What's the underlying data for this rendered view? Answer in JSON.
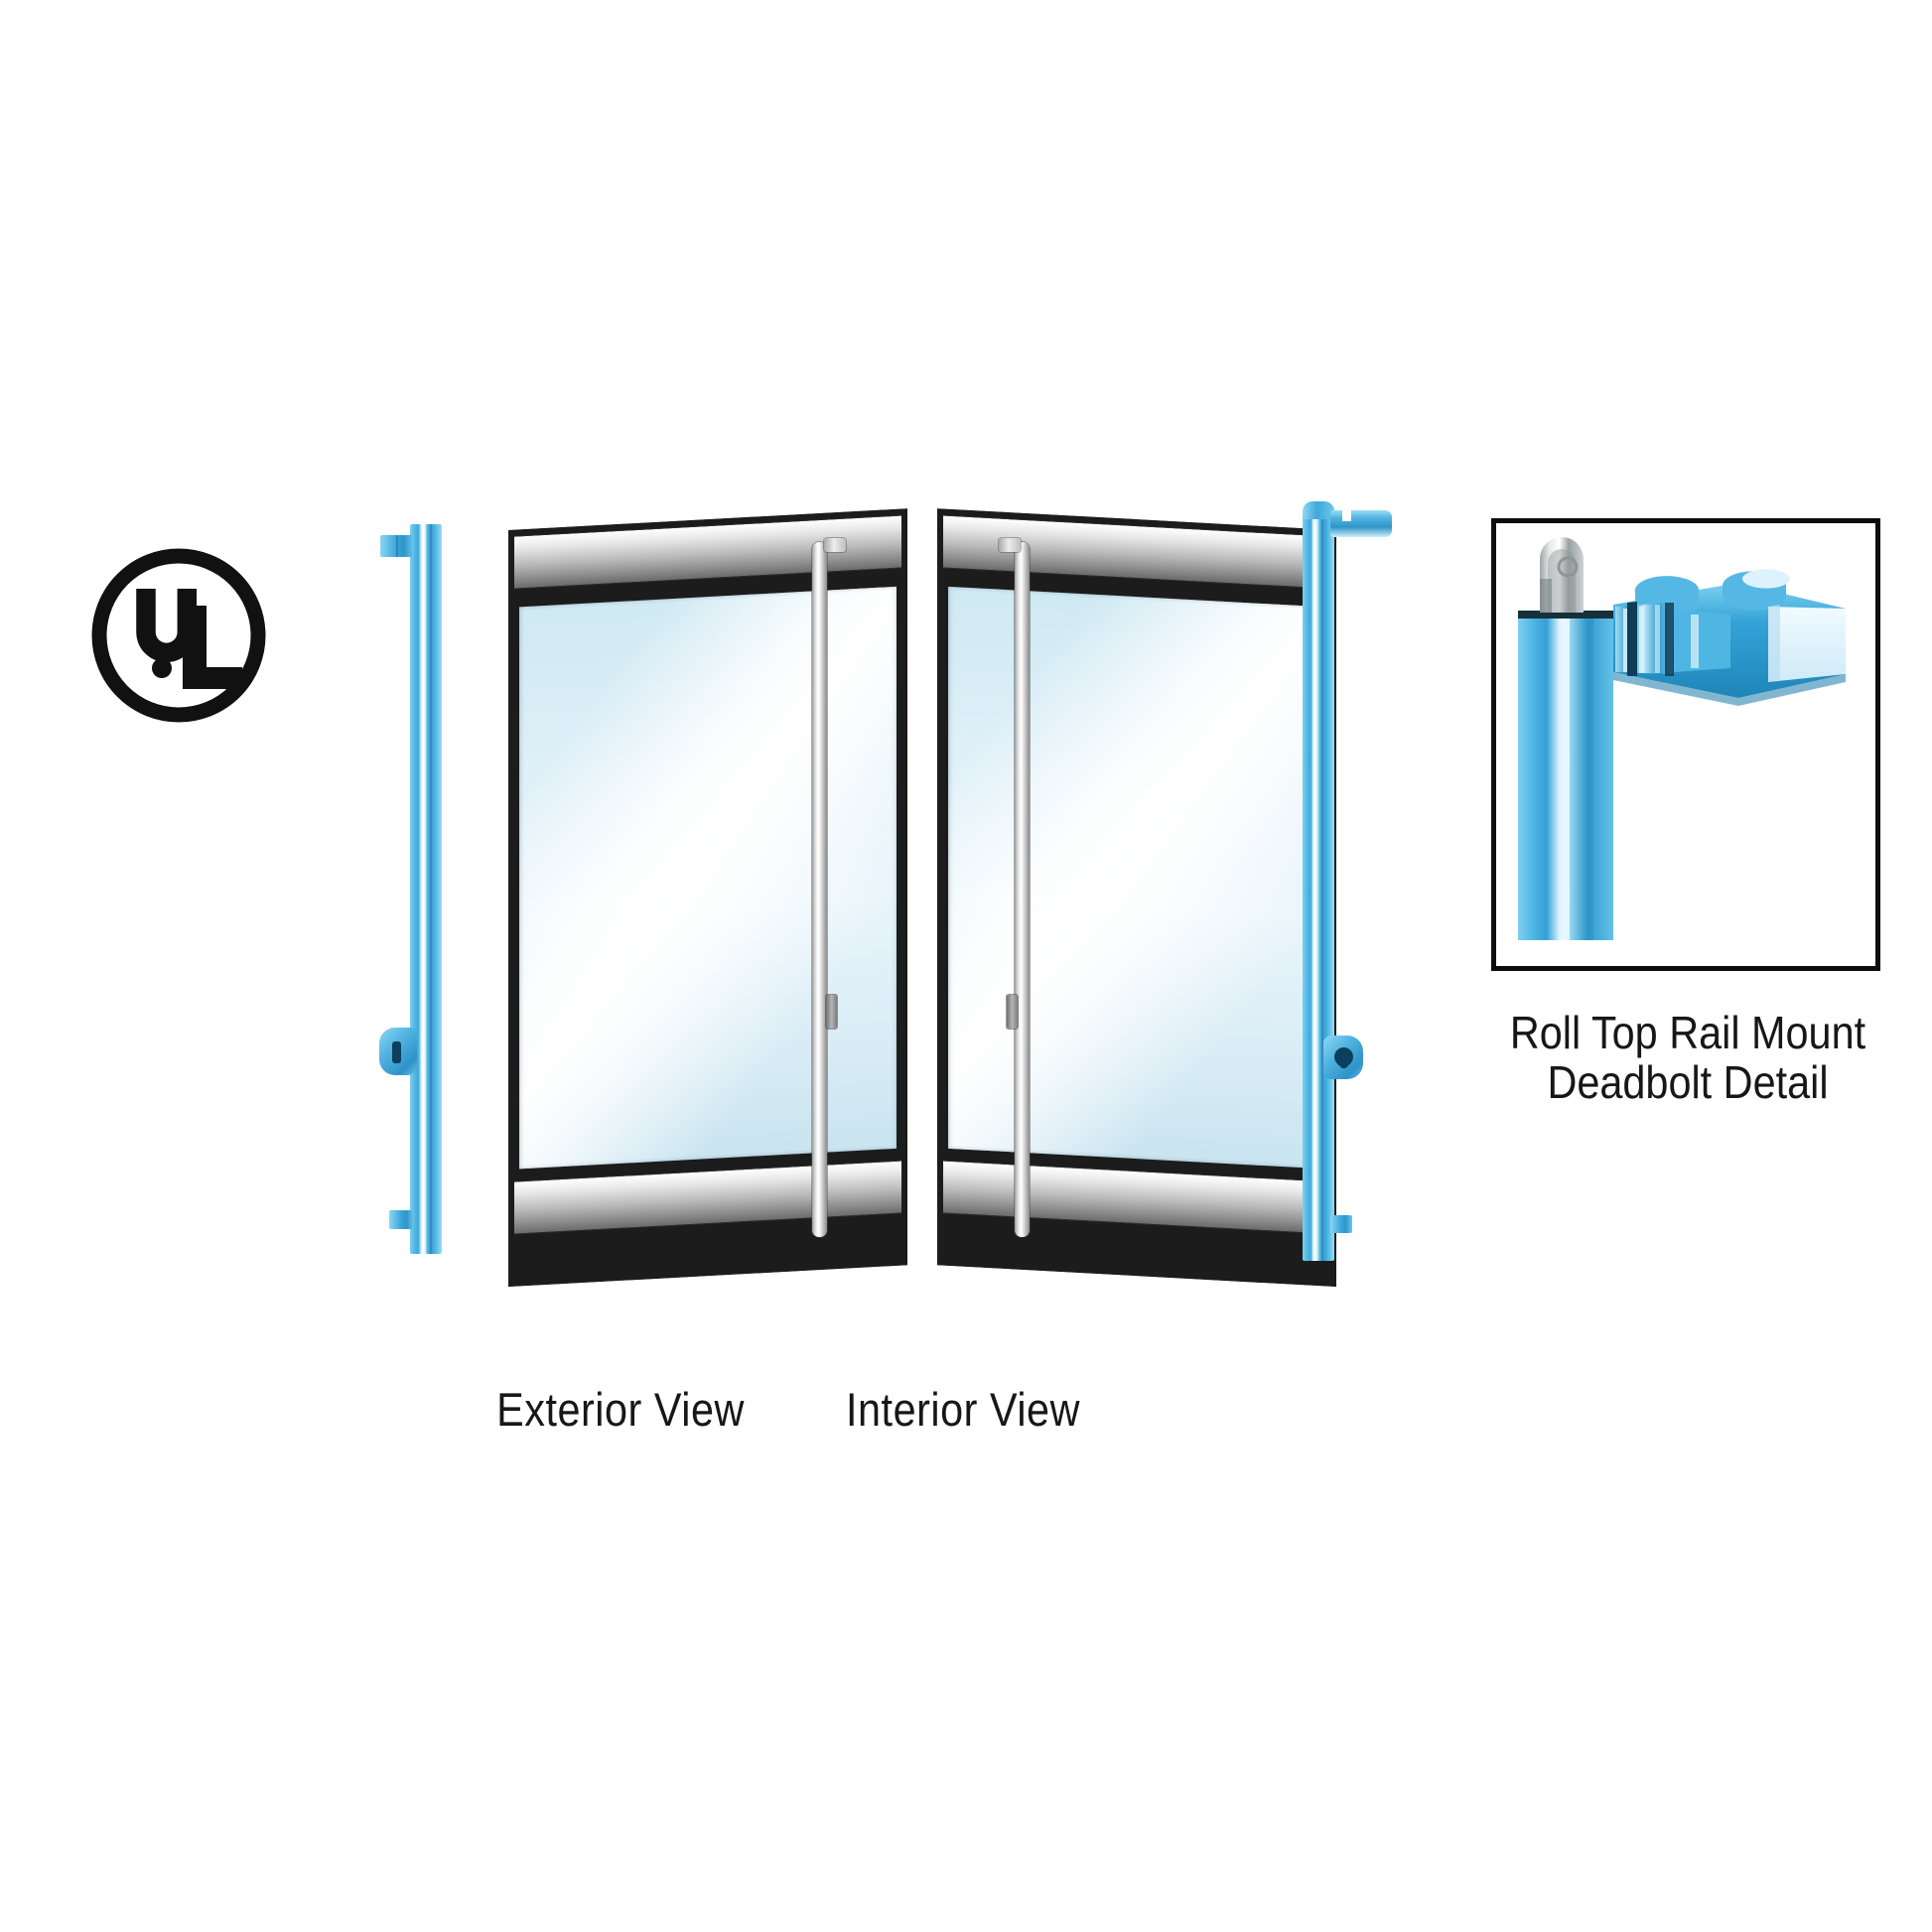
{
  "page": {
    "background_color": "#ffffff",
    "subject": "All-glass swing door with roll top rails, deadbolt hardware",
    "line_color": "#171717"
  },
  "certification": {
    "name": "ul-listed-mark",
    "letters": "UL",
    "label": "UL",
    "shape": "circle-outline",
    "color": "#111111"
  },
  "views": [
    {
      "id": "exterior",
      "caption": "Exterior View",
      "side_profile": {
        "name": "exterior-side-rail",
        "color": "#3ea9dc",
        "features": [
          "top-bracket-tab",
          "keyed-cylinder-escutcheon",
          "bottom-tab"
        ]
      },
      "panel": {
        "top_rail_finish": "brushed-stainless",
        "bottom_rail_finish": "brushed-stainless",
        "glass_color": "#dff0f8",
        "frame_color": "#1c1c1c",
        "handle": {
          "name": "ladder-pull-handle",
          "finish": "brushed-stainless",
          "position": "right"
        }
      }
    },
    {
      "id": "interior",
      "caption": "Interior View",
      "side_profile": {
        "name": "interior-side-rail",
        "color": "#3ea9dc",
        "features": [
          "roll-top-cap",
          "deadbolt-arm",
          "thumbturn",
          "bottom-tab"
        ]
      },
      "panel": {
        "top_rail_finish": "brushed-stainless",
        "bottom_rail_finish": "brushed-stainless",
        "glass_color": "#dff0f8",
        "frame_color": "#1c1c1c",
        "handle": {
          "name": "ladder-pull-handle",
          "finish": "brushed-stainless",
          "position": "left"
        }
      }
    }
  ],
  "detail": {
    "name": "roll-top-rail-mount-deadbolt-detail",
    "caption_line1": "Roll Top Rail Mount",
    "caption_line2": "Deadbolt Detail",
    "border_color": "#0d0d0d",
    "background": "#ffffff",
    "components": [
      {
        "name": "roll-top-pivot",
        "finish": "polished-chrome",
        "color": "#b9bdbe"
      },
      {
        "name": "rail-stile",
        "finish": "anodized",
        "color": "#3ea9dc"
      },
      {
        "name": "deadbolt-housing",
        "finish": "anodized",
        "color": "#2f9dd2"
      },
      {
        "name": "deadbolt-throw-bolt",
        "finish": "anodized",
        "color": "#d9eef8"
      },
      {
        "name": "o-ring-collar",
        "color": "#0f3c56"
      }
    ]
  }
}
